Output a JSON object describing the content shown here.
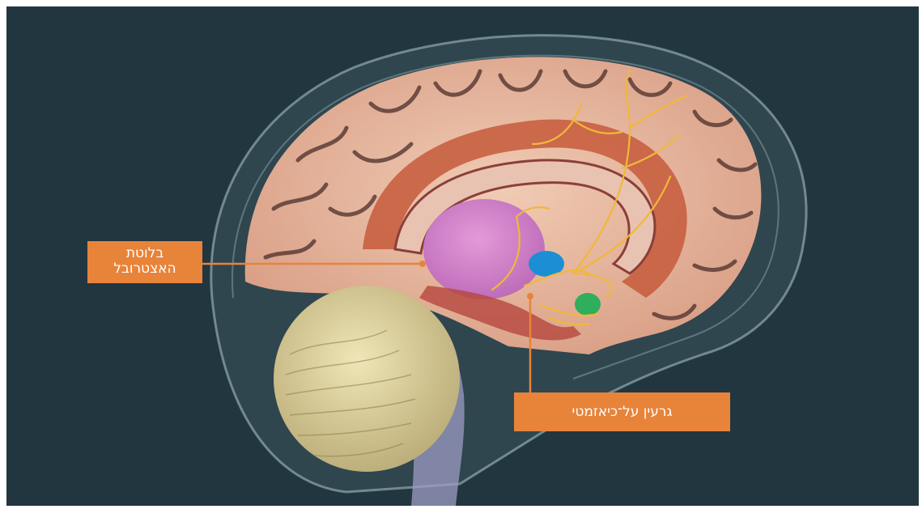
{
  "diagram": {
    "background_color": "#223640",
    "accent_color": "#e8833a",
    "labels": {
      "pineal_gland": {
        "line1": "בלוטת",
        "line2": "האצטרובל"
      },
      "suprachiasmatic_nucleus": {
        "text": "גרעין על־כיאזמטי"
      }
    }
  }
}
